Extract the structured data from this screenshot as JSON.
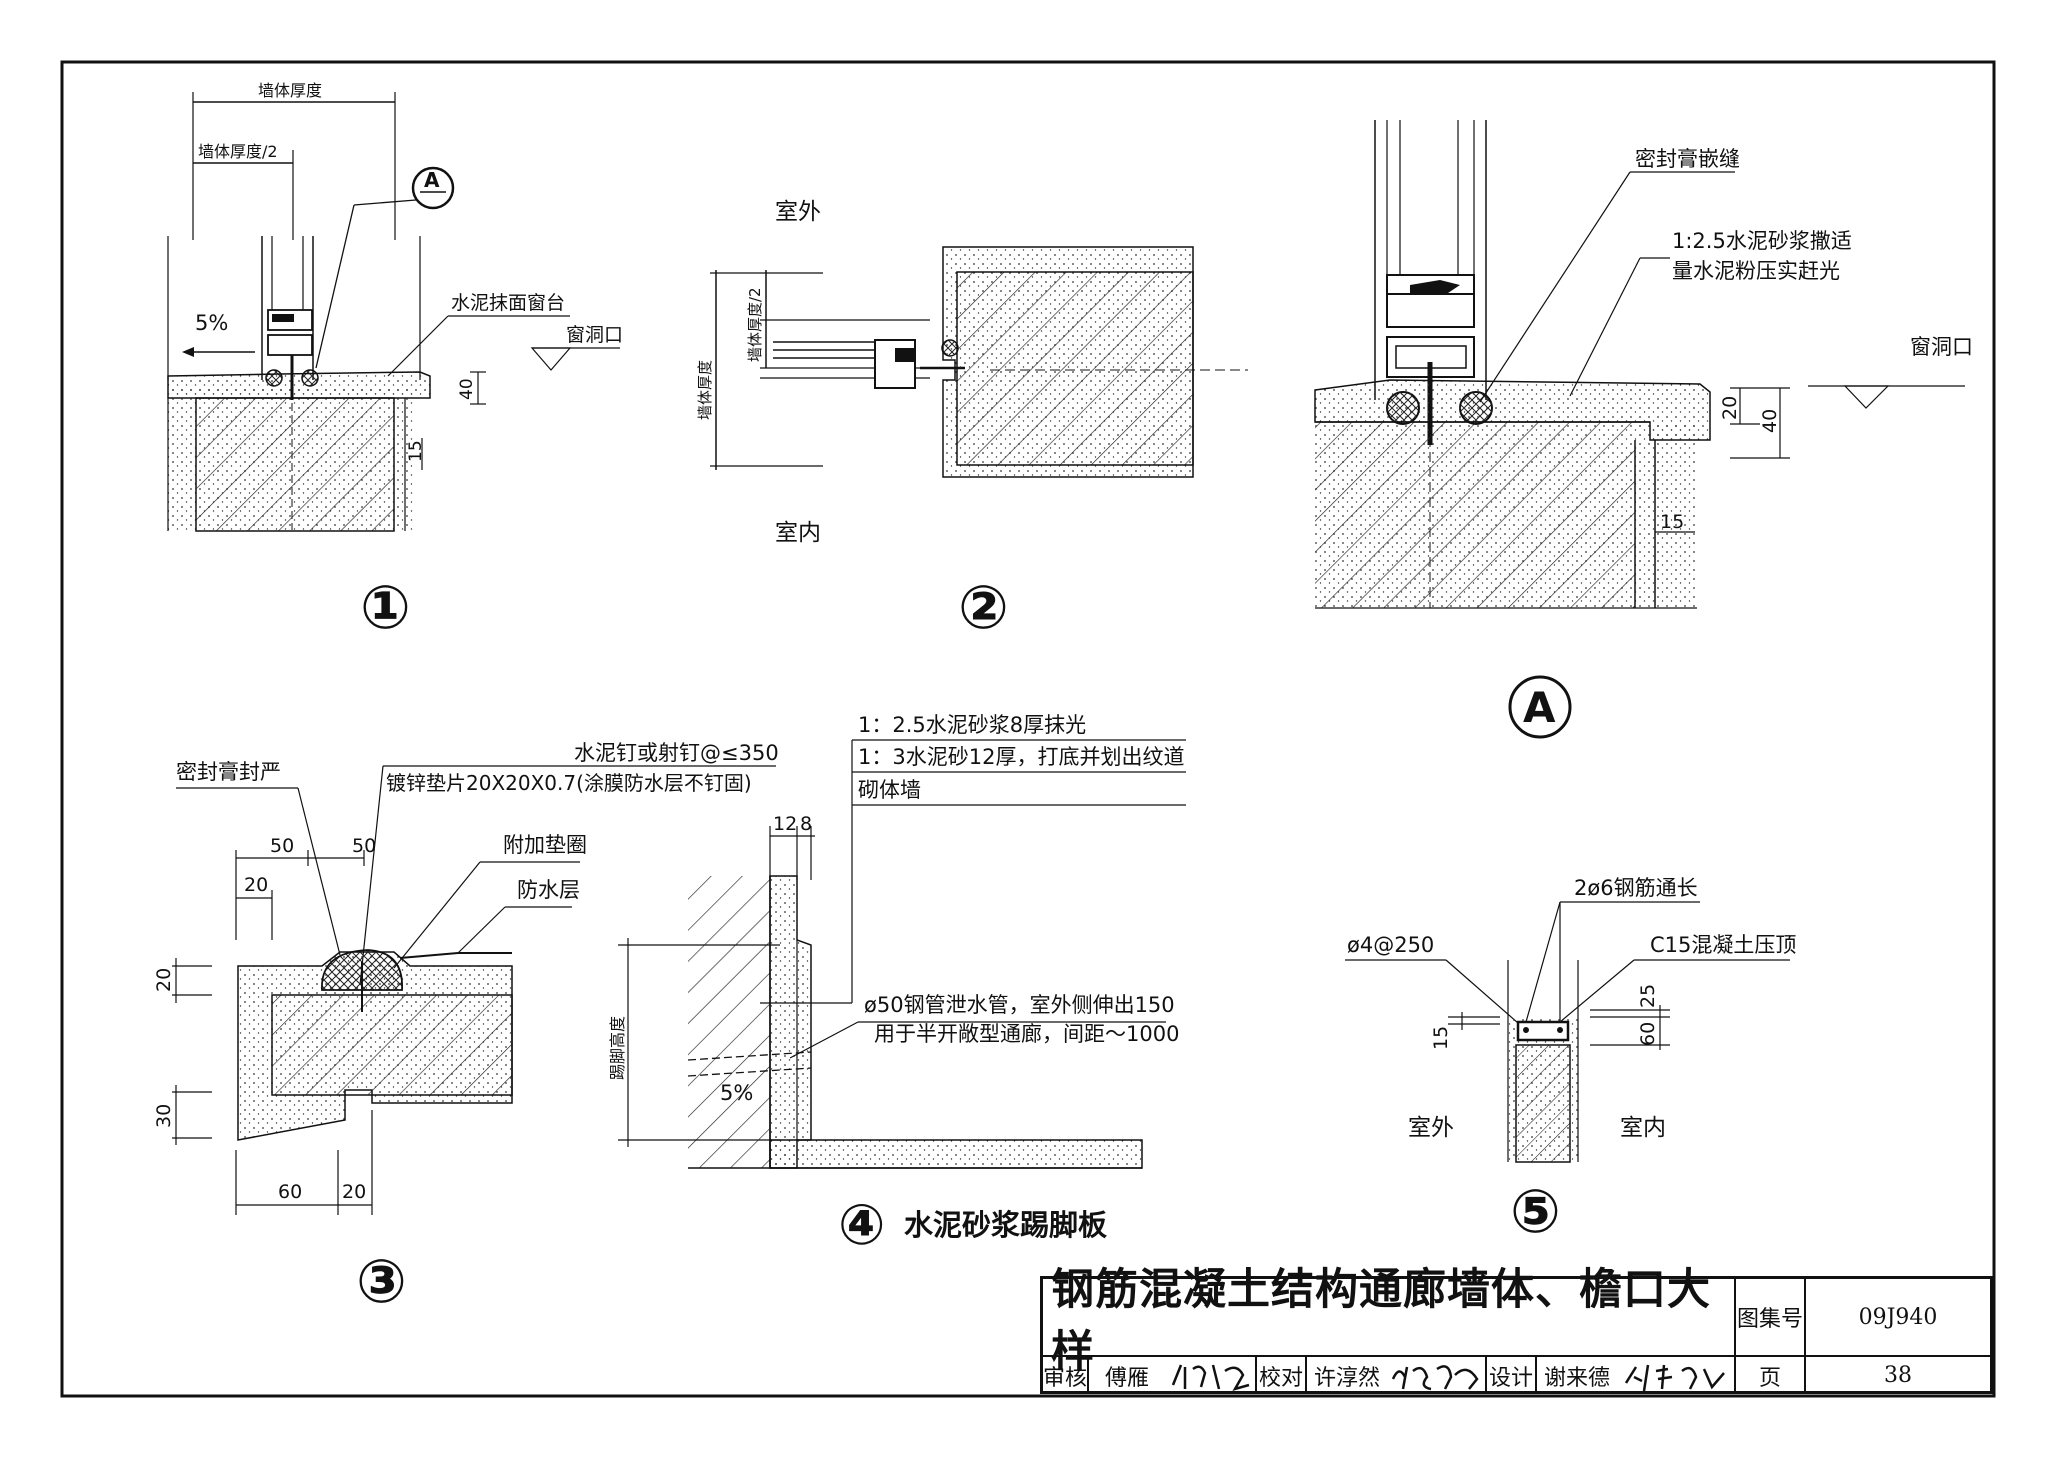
{
  "detail_1": {
    "number": "①",
    "dim_wall_thickness": "墙体厚度",
    "dim_half_wall": "墙体厚度/2",
    "callout_ref": "A",
    "slope": "5%",
    "note_sill": "水泥抹面窗台",
    "note_opening": "窗洞口",
    "dim_40": "40",
    "dim_15": "15"
  },
  "detail_2": {
    "number": "②",
    "label_outside": "室外",
    "label_inside": "室内",
    "dim_wall_thickness": "墙体厚度",
    "dim_half_wall": "墙体厚度/2"
  },
  "detail_A": {
    "number": "A",
    "note_sealant": "密封膏嵌缝",
    "note_mortar_line1": "1:2.5水泥砂浆撒适",
    "note_mortar_line2": "量水泥粉压实赶光",
    "note_opening": "窗洞口",
    "dim_20": "20",
    "dim_40": "40",
    "dim_15": "15"
  },
  "detail_3": {
    "number": "③",
    "note_nail": "水泥钉或射钉@≤350",
    "note_washer": "镀锌垫片20X20X0.7(涂膜防水层不钉固)",
    "note_seal": "密封膏封严",
    "note_gasket": "附加垫圈",
    "note_waterproof": "防水层",
    "dim_50a": "50",
    "dim_50b": "50",
    "dim_20_top": "20",
    "dim_20_left": "20",
    "dim_30": "30",
    "dim_60": "60",
    "dim_20_bottom": "20"
  },
  "detail_4": {
    "number": "④",
    "title": "水泥砂浆踢脚板",
    "note_line1": "1：2.5水泥砂浆8厚抹光",
    "note_line2": "1：3水泥砂12厚，打底并划出纹道",
    "note_line3": "砌体墙",
    "dim_12": "12",
    "dim_8": "8",
    "dim_skirting_height": "踢脚高度",
    "note_pipe_line1": "ø50钢管泄水管，室外侧伸出150",
    "note_pipe_line2": "用于半开敞型通廊，间距～1000",
    "slope": "5%"
  },
  "detail_5": {
    "number": "⑤",
    "note_rebar": "2ø6钢筋通长",
    "note_stirrup": "ø4@250",
    "note_coping": "C15混凝土压顶",
    "dim_25": "25",
    "dim_60": "60",
    "dim_15": "15",
    "label_outside": "室外",
    "label_inside": "室内"
  },
  "title_block": {
    "title": "钢筋混凝土结构通廊墙体、檐口大样",
    "atlas_label": "图集号",
    "atlas_no": "09J940",
    "review_label": "审核",
    "review_name": "傅雁",
    "review_sig": "傅雁",
    "check_label": "校对",
    "check_name": "许淳然",
    "check_sig": "许淳然",
    "design_label": "设计",
    "design_name": "谢来德",
    "design_sig": "谢来德",
    "page_label": "页",
    "page_no": "38"
  }
}
